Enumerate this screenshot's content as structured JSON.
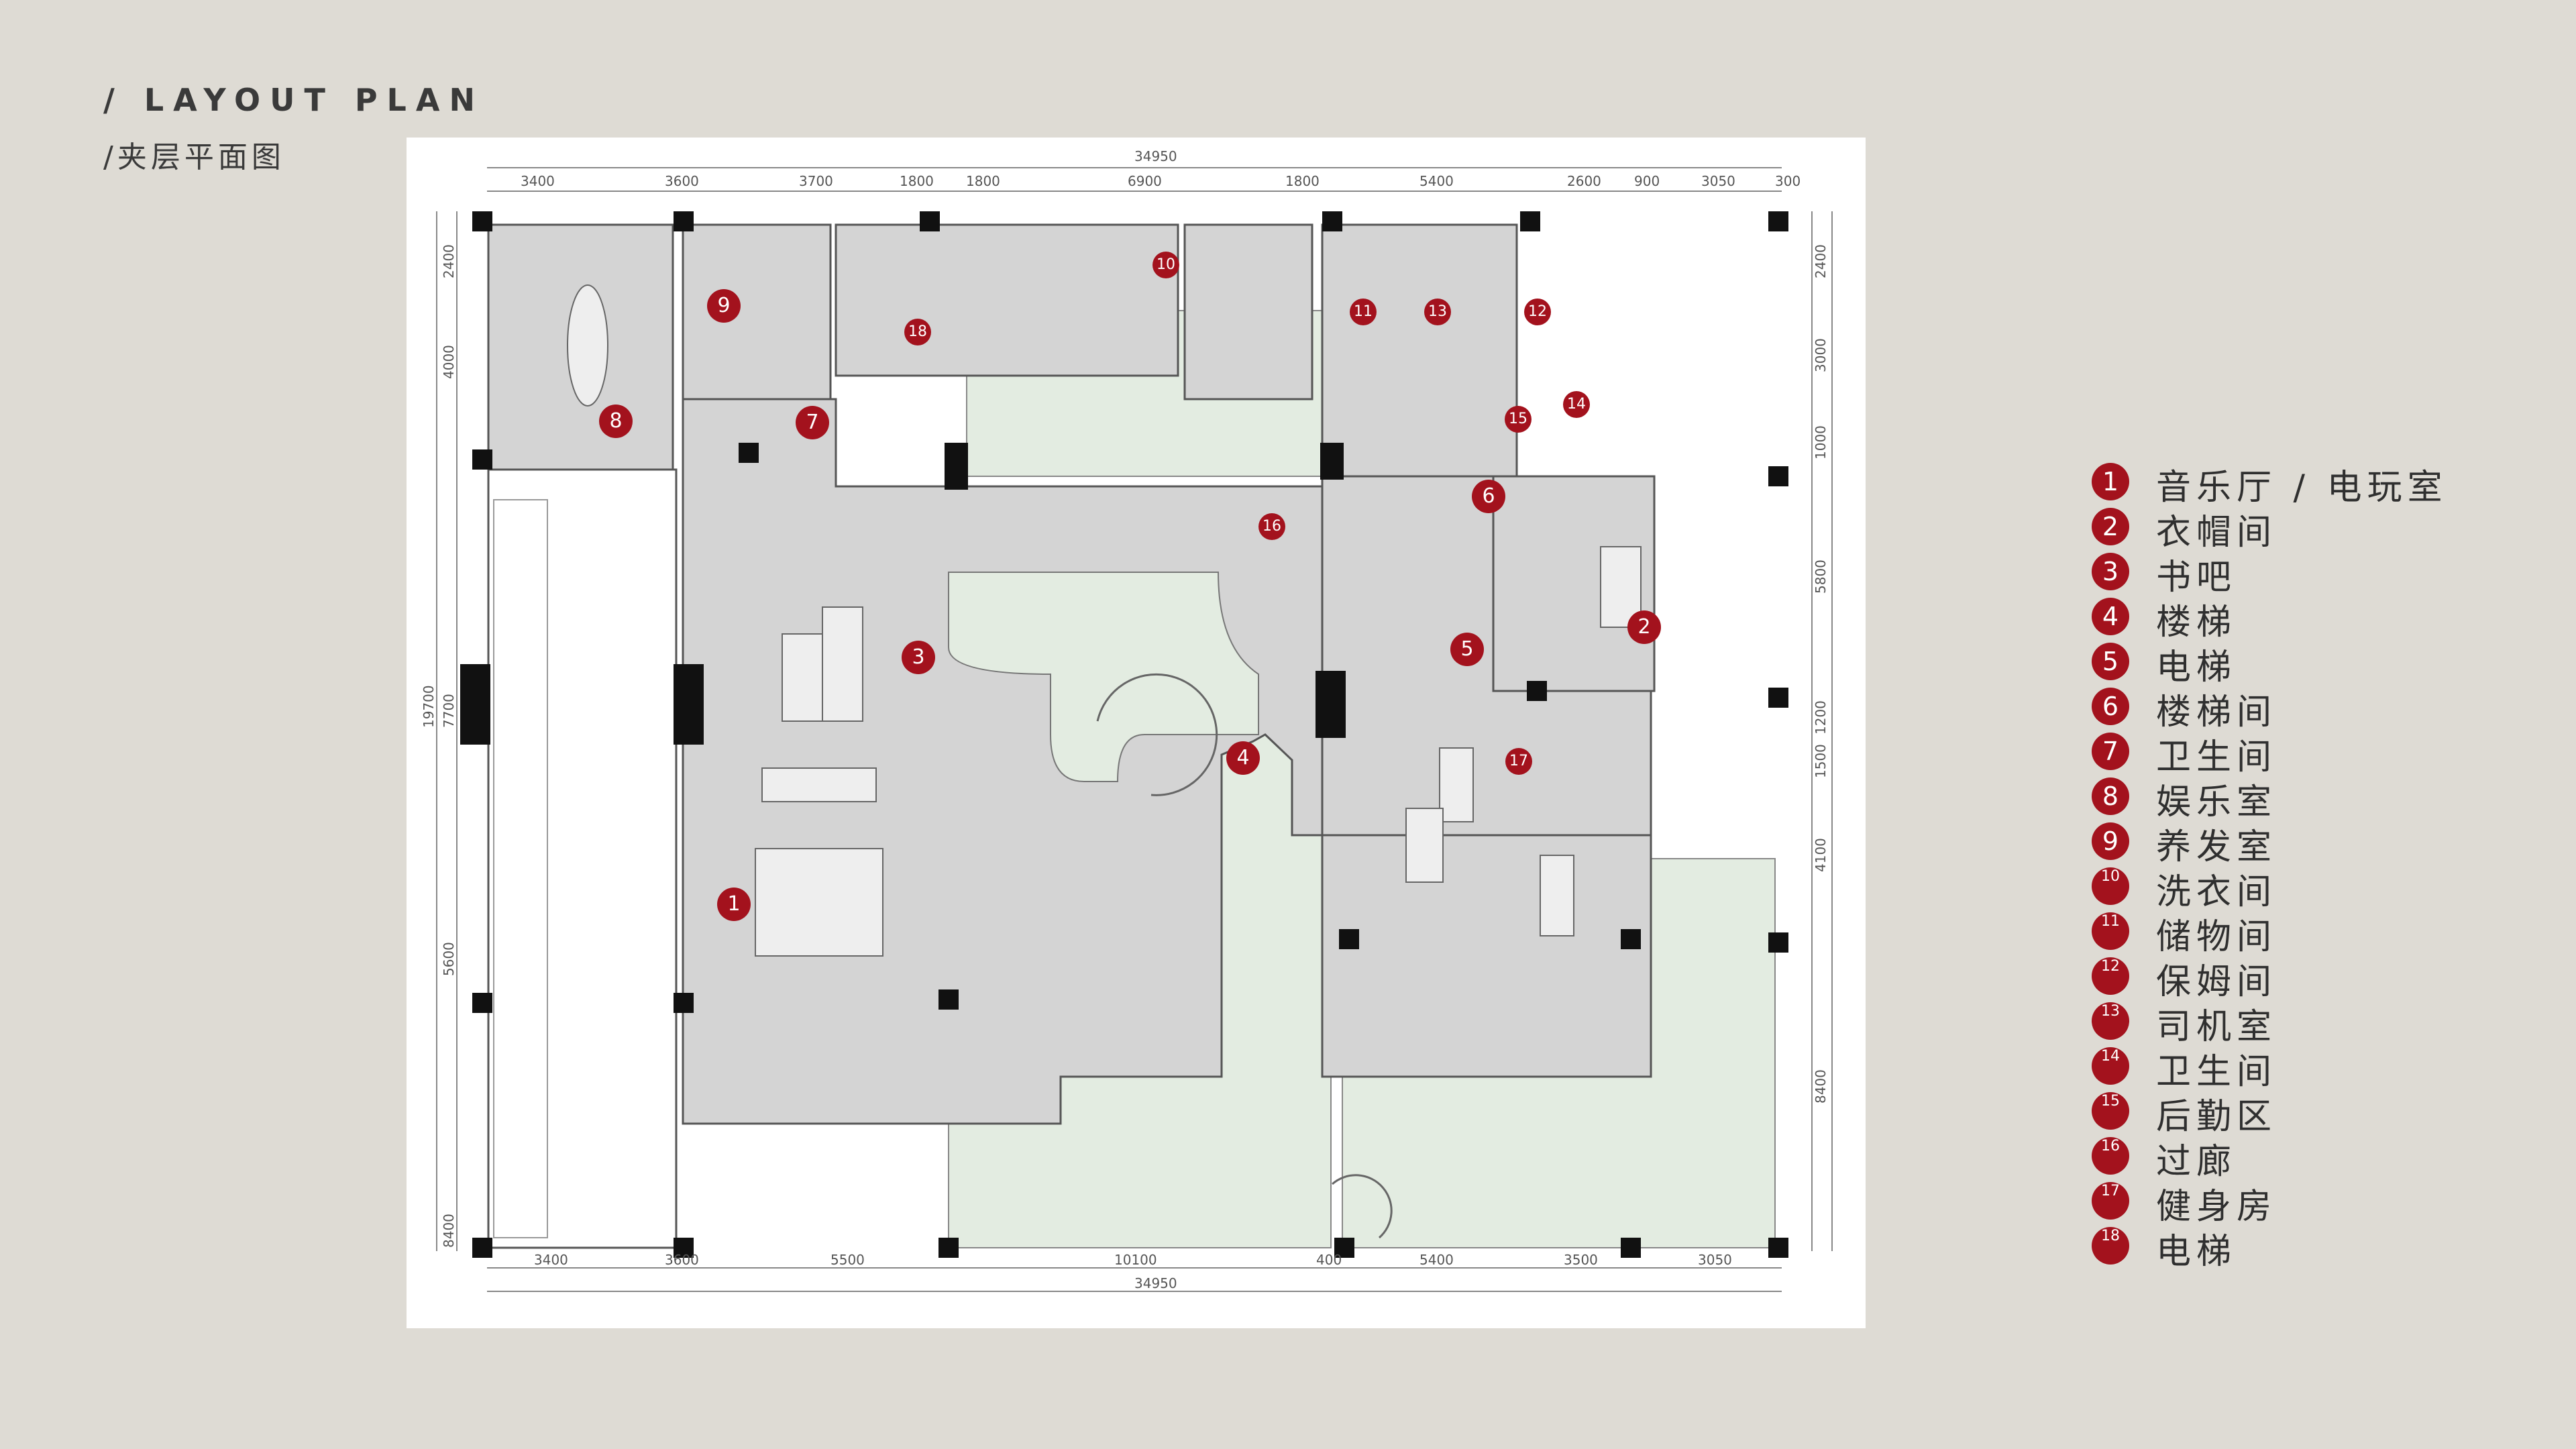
{
  "header": {
    "title_en": "/ LAYOUT PLAN",
    "title_zh": "/夹层平面图"
  },
  "plan": {
    "top_total": "34950",
    "bottom_total": "34950",
    "top_dims": [
      "3400",
      "3600",
      "3700",
      "1800",
      "1800",
      "6900",
      "1800",
      "5400",
      "2600",
      "900",
      "3050",
      "300"
    ],
    "bottom_dims": [
      "3400",
      "3600",
      "5500",
      "10100",
      "400",
      "5400",
      "3500",
      "3050"
    ],
    "left_dims": [
      "2400",
      "4000",
      "19700",
      "7700",
      "5600",
      "8400"
    ],
    "right_dims": [
      "2400",
      "3000",
      "1000",
      "5800",
      "1200",
      "1500",
      "4100",
      "8400"
    ],
    "markers": [
      "1",
      "2",
      "3",
      "4",
      "5",
      "6",
      "7",
      "8",
      "9",
      "10",
      "11",
      "12",
      "13",
      "14",
      "15",
      "16",
      "17",
      "18"
    ]
  },
  "legend": [
    {
      "num": "1",
      "label": "音乐厅 / 电玩室"
    },
    {
      "num": "2",
      "label": "衣帽间"
    },
    {
      "num": "3",
      "label": "书吧"
    },
    {
      "num": "4",
      "label": "楼梯"
    },
    {
      "num": "5",
      "label": "电梯"
    },
    {
      "num": "6",
      "label": "楼梯间"
    },
    {
      "num": "7",
      "label": "卫生间"
    },
    {
      "num": "8",
      "label": "娱乐室"
    },
    {
      "num": "9",
      "label": "养发室"
    },
    {
      "num": "10",
      "label": "洗衣间"
    },
    {
      "num": "11",
      "label": "储物间"
    },
    {
      "num": "12",
      "label": "保姆间"
    },
    {
      "num": "13",
      "label": "司机室"
    },
    {
      "num": "14",
      "label": "卫生间"
    },
    {
      "num": "15",
      "label": "后勤区"
    },
    {
      "num": "16",
      "label": "过廊"
    },
    {
      "num": "17",
      "label": "健身房"
    },
    {
      "num": "18",
      "label": "电梯"
    }
  ],
  "colors": {
    "accent": "#a3121d",
    "background": "#dedbd4",
    "room_fill": "#d4d4d4",
    "void_fill": "#e3ece1"
  }
}
